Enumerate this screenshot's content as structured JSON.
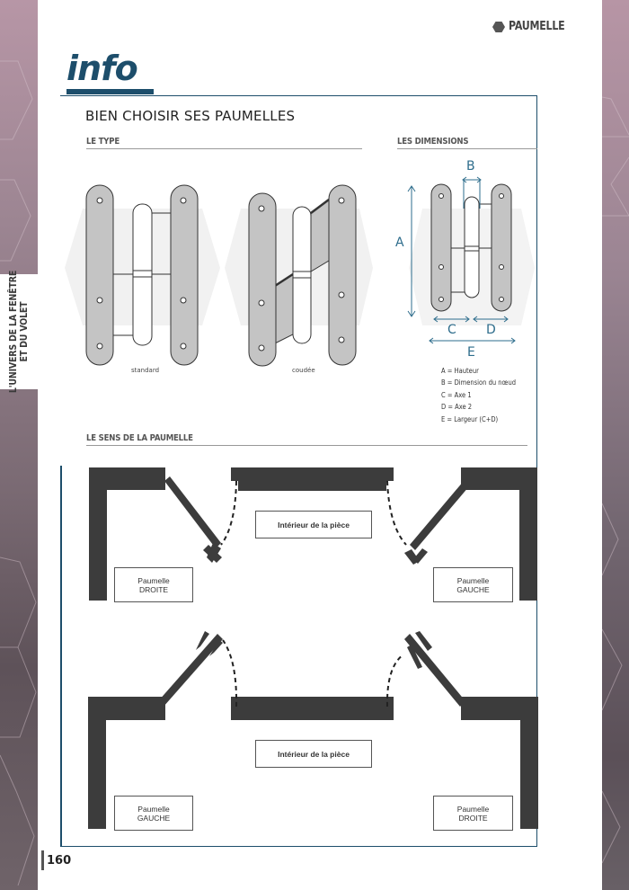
{
  "sidebar": {
    "vertical_label_line1": "L'UNIVERS DE LA FENÊTRE",
    "vertical_label_line2": "ET DU VOLET"
  },
  "header": {
    "category": "PAUMELLE",
    "category_icon": "hexagon-icon",
    "title": "info"
  },
  "section": {
    "title": "BIEN CHOISIR SES PAUMELLES",
    "type": {
      "heading": "LE TYPE",
      "items": [
        {
          "label": "standard"
        },
        {
          "label": "coudée"
        }
      ]
    },
    "dimensions": {
      "heading": "LES DIMENSIONS",
      "labels": {
        "A": "A",
        "B": "B",
        "C": "C",
        "D": "D",
        "E": "E"
      },
      "legend": [
        "A = Hauteur",
        "B = Dimension du nœud",
        "C = Axe 1",
        "D = Axe 2",
        "E = Largeur (C+D)"
      ]
    },
    "direction": {
      "heading": "LE SENS DE LA PAUMELLE",
      "top_diagram": {
        "interior": "Intérieur de la pièce",
        "left_label": [
          "Paumelle",
          "DROITE"
        ],
        "right_label": [
          "Paumelle",
          "GAUCHE"
        ]
      },
      "bottom_diagram": {
        "interior": "Intérieur de la pièce",
        "left_label": [
          "Paumelle",
          "GAUCHE"
        ],
        "right_label": [
          "Paumelle",
          "DROITE"
        ]
      }
    }
  },
  "footer": {
    "page_number": "160"
  },
  "colors": {
    "accent": "#1d4e6b",
    "dimension": "#2e6d8c",
    "wall": "#3c3c3c",
    "hinge_plate": "#c4c4c4"
  }
}
